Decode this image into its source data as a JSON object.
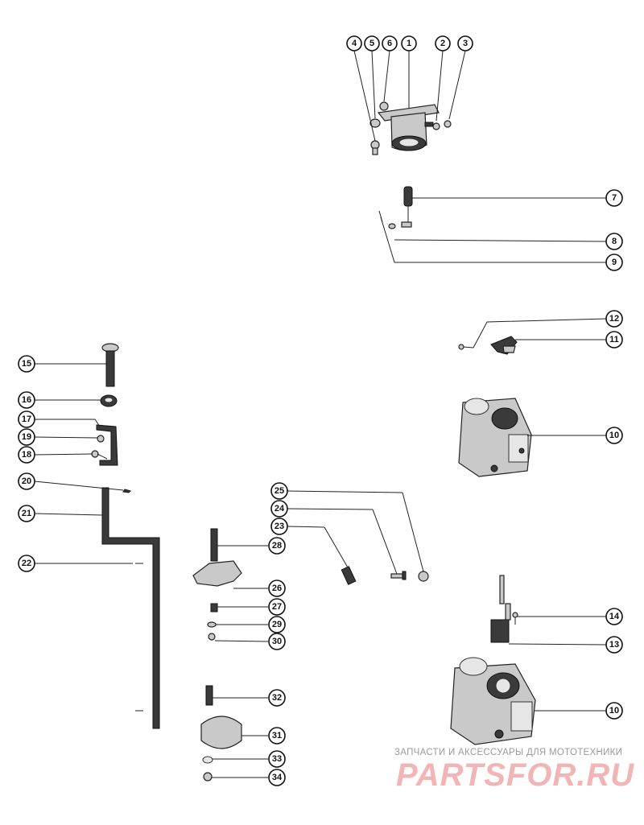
{
  "callouts": [
    {
      "label": "1"
    },
    {
      "label": "2"
    },
    {
      "label": "3"
    },
    {
      "label": "4"
    },
    {
      "label": "5"
    },
    {
      "label": "6"
    },
    {
      "label": "7"
    },
    {
      "label": "8"
    },
    {
      "label": "9"
    },
    {
      "label": "10"
    },
    {
      "label": "11"
    },
    {
      "label": "12"
    },
    {
      "label": "13"
    },
    {
      "label": "14"
    },
    {
      "label": "15"
    },
    {
      "label": "16"
    },
    {
      "label": "17"
    },
    {
      "label": "18"
    },
    {
      "label": "19"
    },
    {
      "label": "20"
    },
    {
      "label": "21"
    },
    {
      "label": "22"
    },
    {
      "label": "23"
    },
    {
      "label": "24"
    },
    {
      "label": "25"
    },
    {
      "label": "26"
    },
    {
      "label": "27"
    },
    {
      "label": "28"
    },
    {
      "label": "29"
    },
    {
      "label": "30"
    },
    {
      "label": "31"
    },
    {
      "label": "32"
    },
    {
      "label": "33"
    },
    {
      "label": "34"
    },
    {
      "label": "10"
    }
  ],
  "watermark": {
    "subtitle": "ЗАПЧАСТИ И АКСЕССУАРЫ ДЛЯ МОТОТЕХНИКИ",
    "brand": "PARTSFOR.RU"
  }
}
